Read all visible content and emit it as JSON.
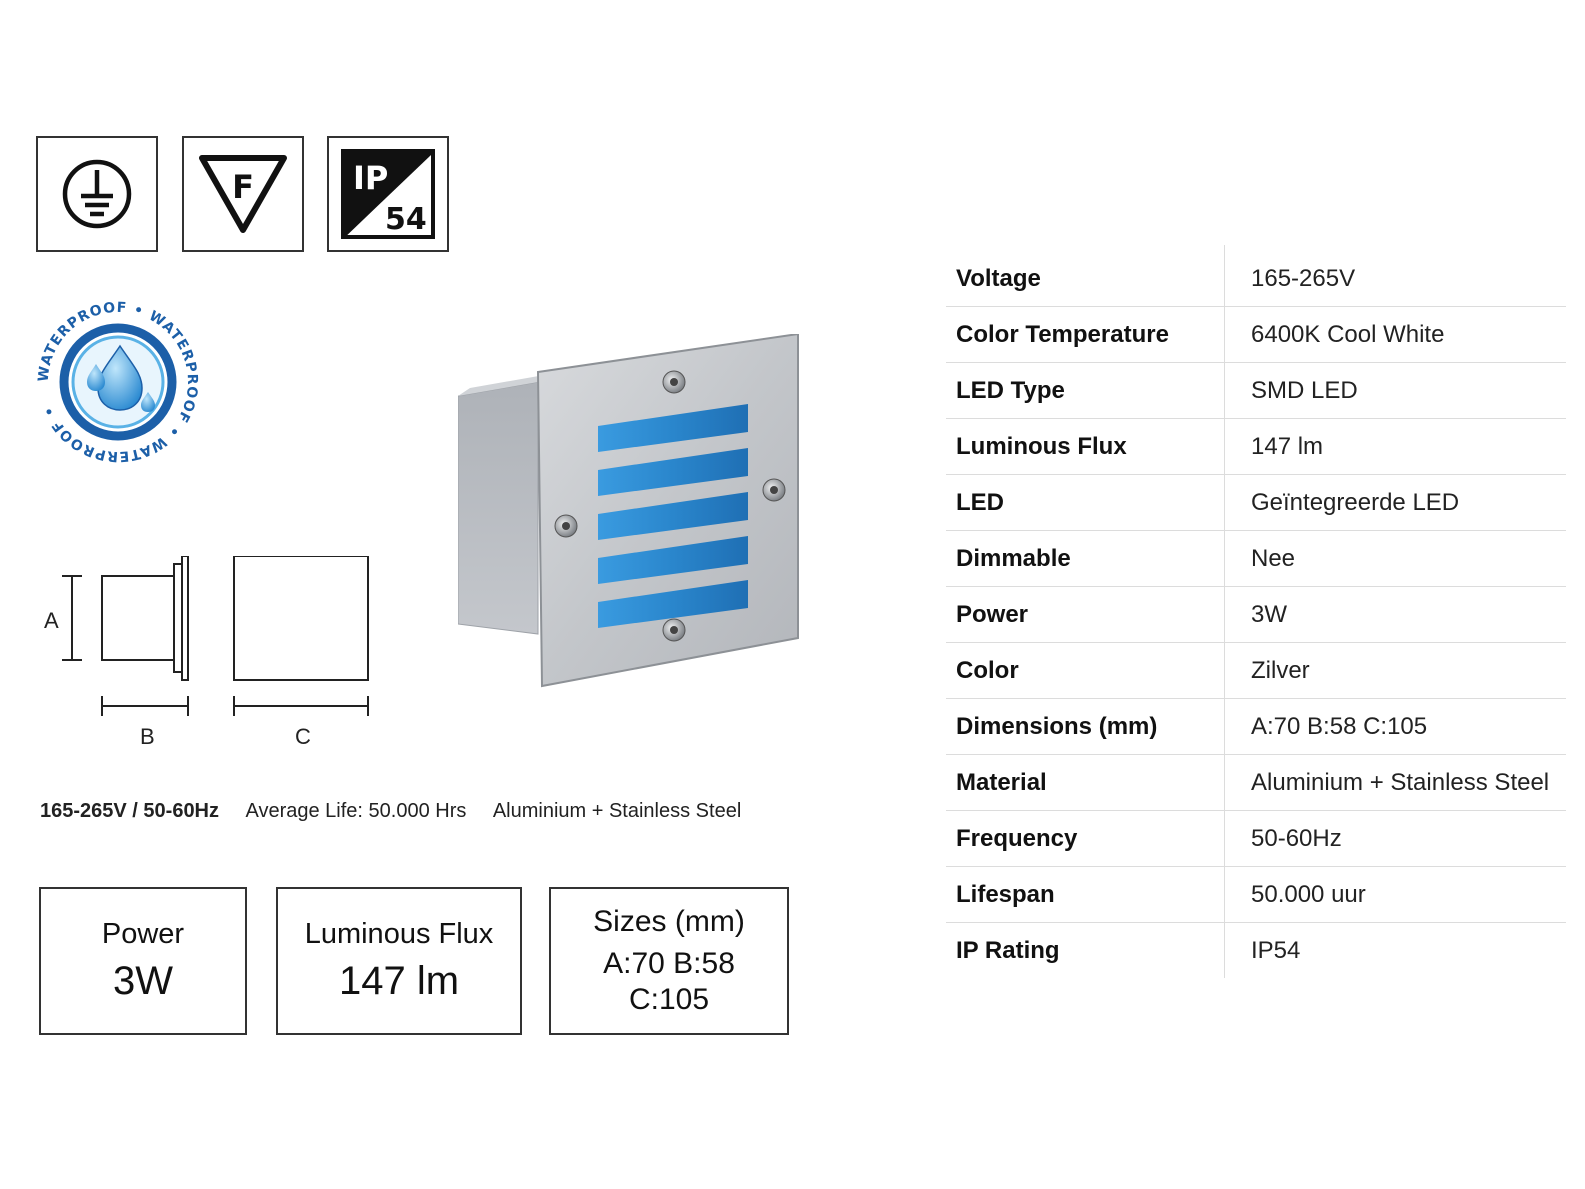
{
  "certifications": {
    "ip_top": "IP",
    "ip_bottom": "54",
    "f_mark": "F"
  },
  "waterproof_badge": {
    "ring_text": "WATERPROOF • WATERPROOF • WATERPROOF •",
    "colors": {
      "dark_blue": "#1c5fa8",
      "light_blue": "#5ab2e6"
    }
  },
  "dimensions_drawing": {
    "label_a": "A",
    "label_b": "B",
    "label_c": "C"
  },
  "specs_line": {
    "voltage_freq": "165-265V / 50-60Hz",
    "average_life": "Average Life:  50.000 Hrs",
    "material": "Aluminium + Stainless Steel"
  },
  "info_boxes": {
    "power": {
      "title": "Power",
      "value": "3W"
    },
    "flux": {
      "title": "Luminous Flux",
      "value": "147 lm"
    },
    "sizes": {
      "title": "Sizes (mm)",
      "line1": "A:70 B:58",
      "line2": "C:105"
    }
  },
  "spec_table": [
    {
      "key": "Voltage",
      "value": "165-265V"
    },
    {
      "key": "Color Temperature",
      "value": "6400K Cool White"
    },
    {
      "key": "LED Type",
      "value": "SMD LED"
    },
    {
      "key": "Luminous Flux",
      "value": "147 lm"
    },
    {
      "key": "LED",
      "value": "Geïntegreerde LED"
    },
    {
      "key": "Dimmable",
      "value": "Nee"
    },
    {
      "key": "Power",
      "value": "3W"
    },
    {
      "key": "Color",
      "value": "Zilver"
    },
    {
      "key": "Dimensions (mm)",
      "value": "A:70 B:58 C:105"
    },
    {
      "key": "Material",
      "value": "Aluminium + Stainless Steel"
    },
    {
      "key": "Frequency",
      "value": "50-60Hz"
    },
    {
      "key": "Lifespan",
      "value": "50.000 uur"
    },
    {
      "key": "IP Rating",
      "value": "IP54"
    }
  ],
  "product_colors": {
    "steel": "#c9ccd0",
    "housing": "#b8bcc2",
    "slot_blue": "#2a8fd6"
  }
}
